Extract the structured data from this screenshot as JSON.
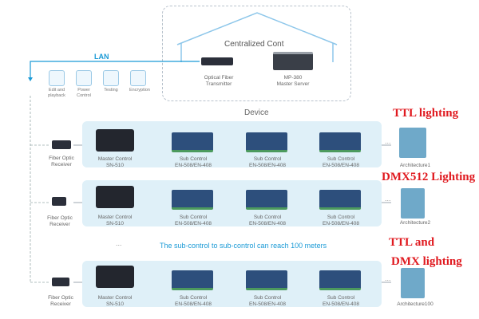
{
  "header": {
    "house_title": "Centralized Cont",
    "lan_label": "LAN",
    "device_label": "Device"
  },
  "features": [
    "Edit and playback",
    "Power Control",
    "Testing",
    "Encryption"
  ],
  "central": {
    "transmitter_name": "Optical Fiber",
    "transmitter_sub": "Transmitter",
    "server_name": "MP-380",
    "server_sub": "Master Server"
  },
  "rows": [
    {
      "receiver": "Fiber Optic",
      "receiver_sub": "Receiver",
      "master": "Master Control",
      "master_model": "SN-510",
      "sub_label": "Sub Control",
      "sub_model": "EN-508/EN-408",
      "building": "Architecture1",
      "lighting": "TTL lighting"
    },
    {
      "receiver": "Fiber Optic",
      "receiver_sub": "Receiver",
      "master": "Master Control",
      "master_model": "SN-510",
      "sub_label": "Sub Control",
      "sub_model": "EN-508/EN-408",
      "building": "Architecture2",
      "lighting": "DMX512 Lighting"
    },
    {
      "receiver": "Fiber Optic",
      "receiver_sub": "Receiver",
      "master": "Master Control",
      "master_model": "SN-510",
      "sub_label": "Sub Control",
      "sub_model": "EN-508/EN-408",
      "building": "Architecture100",
      "lighting_line1": "TTL and",
      "lighting_line2": "DMX lighting"
    }
  ],
  "note": "The sub-control to sub-control can reach 100 meters",
  "ellipsis": "...",
  "colors": {
    "lan_line": "#1a9ad6",
    "band": "#dff0f8",
    "red_text": "#e0191f",
    "device_dark": "#2b2f3a",
    "device_blue": "#2d4f7c",
    "connector_green": "#4c9a5e"
  }
}
